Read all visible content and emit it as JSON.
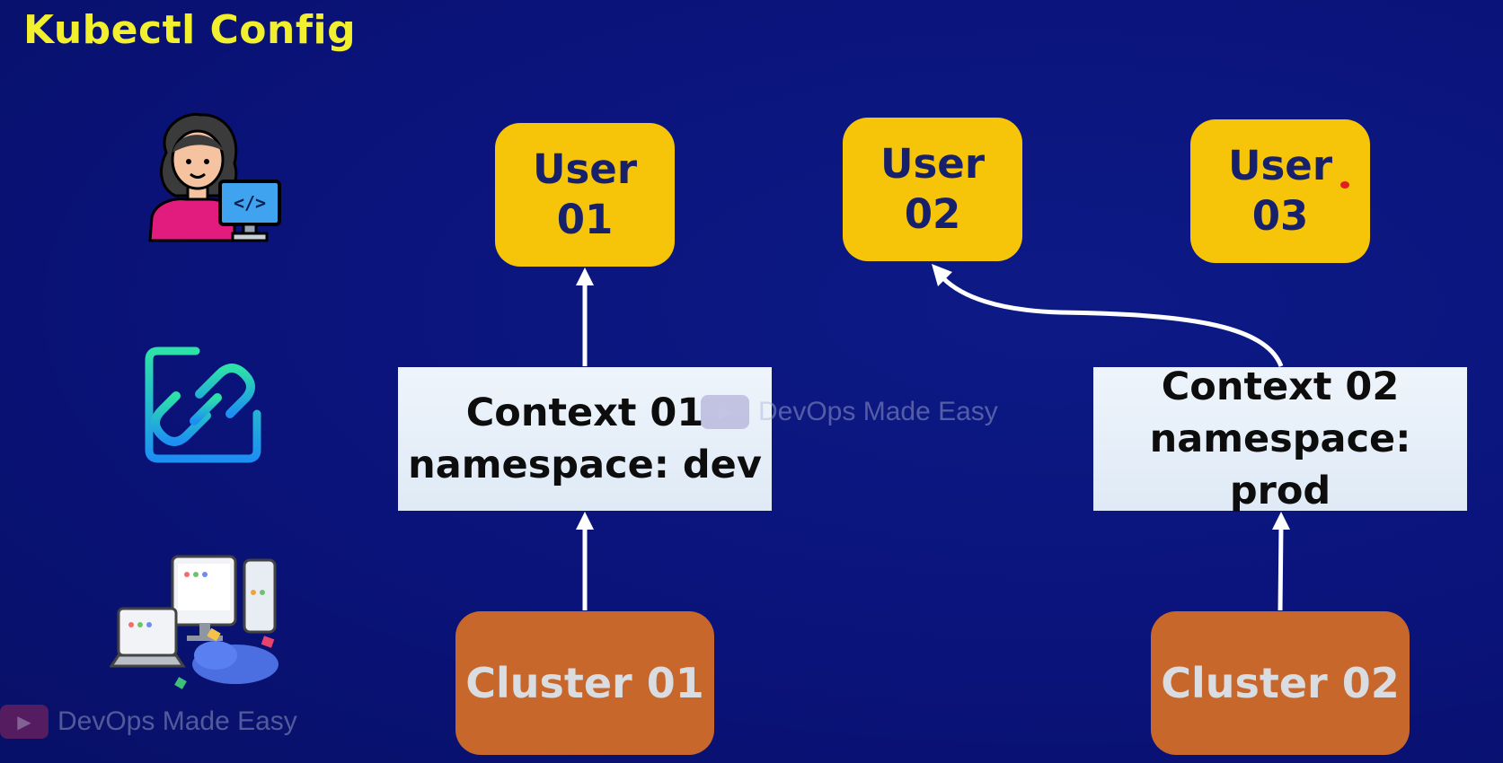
{
  "title": "Kubectl Config",
  "users": [
    {
      "line1": "User",
      "line2": "01"
    },
    {
      "line1": "User",
      "line2": "02"
    },
    {
      "line1": "User",
      "line2": "03"
    }
  ],
  "contexts": [
    {
      "name": "Context 01",
      "namespace": "namespace: dev"
    },
    {
      "name": "Context 02",
      "namespace": "namespace: prod"
    }
  ],
  "clusters": [
    {
      "label": "Cluster 01"
    },
    {
      "label": "Cluster 02"
    }
  ],
  "watermark": "DevOps Made Easy",
  "colors": {
    "background": "#0a137a",
    "title": "#f2ef2e",
    "user_box": "#f6c409",
    "context_box": "#e6eef8",
    "cluster_box": "#c8672b",
    "arrow": "#ffffff"
  }
}
